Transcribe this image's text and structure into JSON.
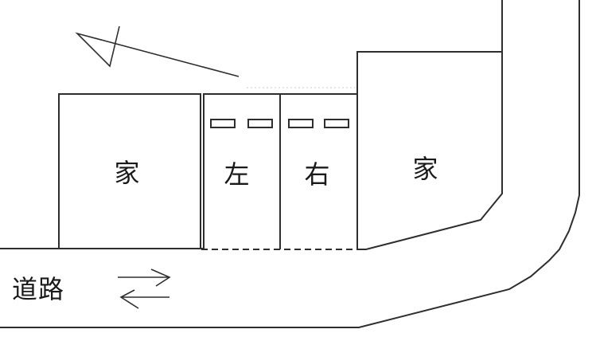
{
  "canvas": {
    "background": "#ffffff",
    "line_color": "#2e2e2e",
    "faint_line_color": "#cccccc",
    "text_color": "#1a1a1a"
  },
  "labels": {
    "house_left": "家",
    "house_right": "家",
    "space_left": "左",
    "space_right": "右",
    "road": "道路"
  },
  "icons": {
    "northwest_arrow": "hand-drawn arrow pointing upper-left",
    "arrow_right": "→",
    "arrow_left": "←",
    "car_stop_markers": "4 small rectangles (2 per parking space)"
  }
}
